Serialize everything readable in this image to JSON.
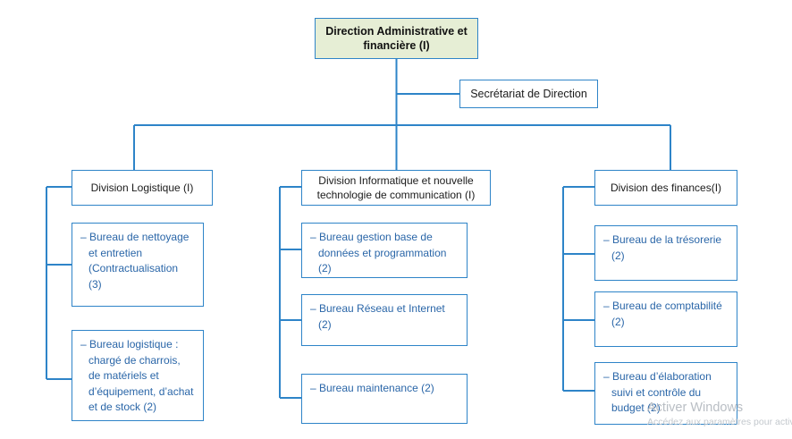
{
  "chart": {
    "type": "org-chart",
    "title_text": "Direction Administrative et financière (I)",
    "colors": {
      "line": "#2e84c8",
      "box_border": "#2e84c8",
      "root_fill": "#e6eed5",
      "leaf_text": "#2a66a8",
      "node_text": "#1b1b1b",
      "page_background": "#ffffff"
    },
    "root": {
      "label": "Direction Administrative\net financière (I)"
    },
    "assistant": {
      "label": "Secrétariat de Direction"
    },
    "divisions": [
      {
        "label": "Division Logistique (I)",
        "children": [
          {
            "label": "– Bureau de nettoyage\net entretien\n(Contractualisation\n(3)"
          },
          {
            "label": "– Bureau logistique :\nchargé de charrois,\nde matériels et\nd’équipement, d’achat\net de stock (2)"
          }
        ]
      },
      {
        "label": "Division Informatique et nouvelle\ntechnologie de communication (I)",
        "children": [
          {
            "label": "– Bureau gestion base de\ndonnées et programmation\n(2)"
          },
          {
            "label": "– Bureau Réseau et Internet\n(2)"
          },
          {
            "label": "– Bureau maintenance (2)"
          }
        ]
      },
      {
        "label": "Division des finances(I)",
        "children": [
          {
            "label": "– Bureau de la trésorerie\n(2)"
          },
          {
            "label": "– Bureau de comptabilité\n(2)"
          },
          {
            "label": "– Bureau d’élaboration\nsuivi et contrôle du\nbudget (2)"
          }
        ]
      }
    ]
  },
  "watermark": {
    "title": "Activer Windows",
    "subtitle": "Accédez aux paramètres pour activ"
  }
}
